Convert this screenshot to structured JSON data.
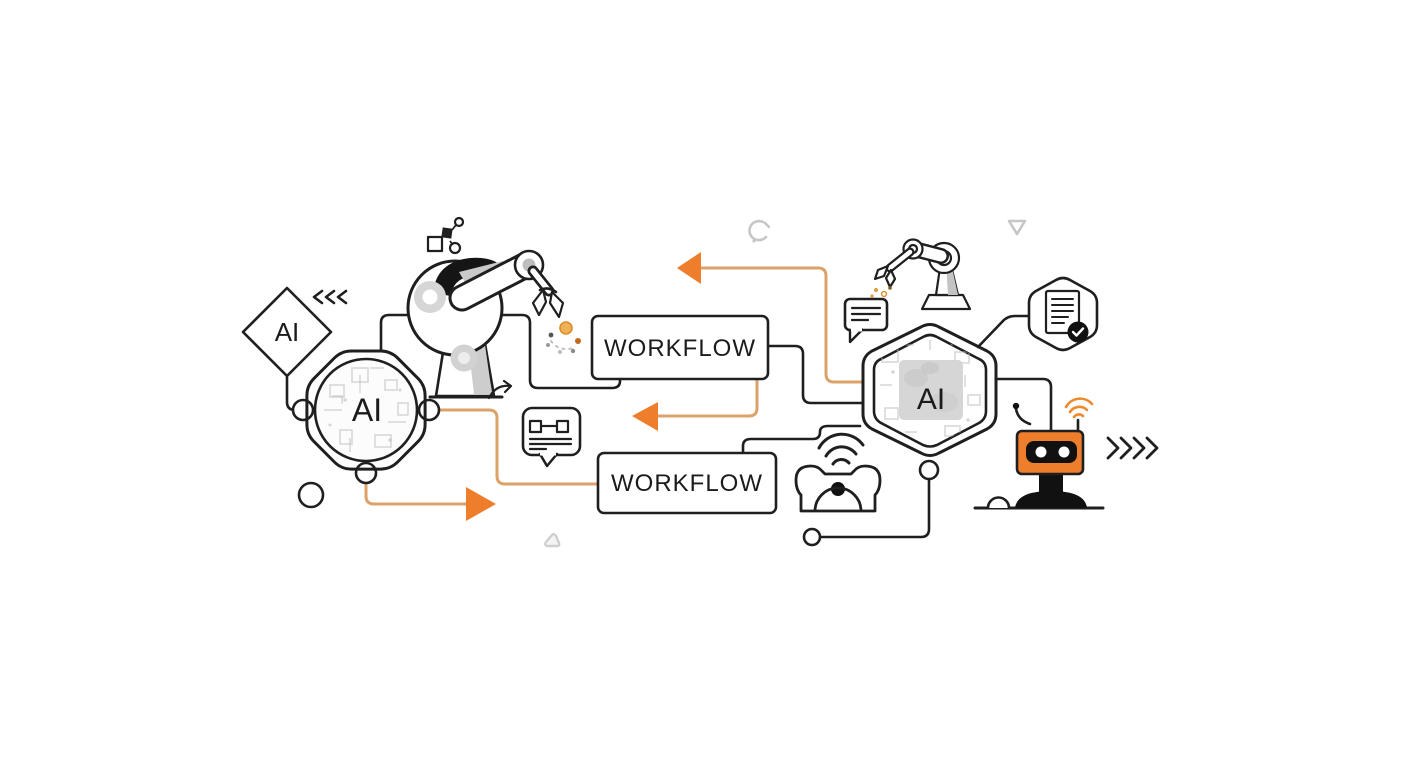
{
  "illustration": {
    "description": "Line-art illustration of AI-driven workflow automation with robotic arms, AI chip nodes, workflow boxes and orange flow arrows",
    "labels": {
      "diamond_node": "AI",
      "chip_node": "AI",
      "hex_node": "AI",
      "workflow_box_top": "WORKFLOW",
      "workflow_box_bottom": "WORKFLOW"
    },
    "colors": {
      "accent_orange": "#EE7D2C",
      "connector_tan": "#DCA26A",
      "ink_black": "#1F1F1F",
      "muted_gray": "#C6C6C6",
      "chip_gray": "#D6D6D6",
      "background": "#FFFFFF"
    },
    "icons": [
      "robotic-arm-large-icon",
      "robotic-arm-small-icon",
      "chat-flowchart-icon",
      "chat-lines-icon",
      "document-check-hexagon-icon",
      "smart-device-wifi-icon",
      "robot-character-icon",
      "refresh-icon",
      "triangle-down-icon",
      "triangle-small-icon",
      "chevrons-left-icon",
      "chevrons-right-icon",
      "wifi-signal-icon",
      "sparkle-particles-icon"
    ]
  }
}
